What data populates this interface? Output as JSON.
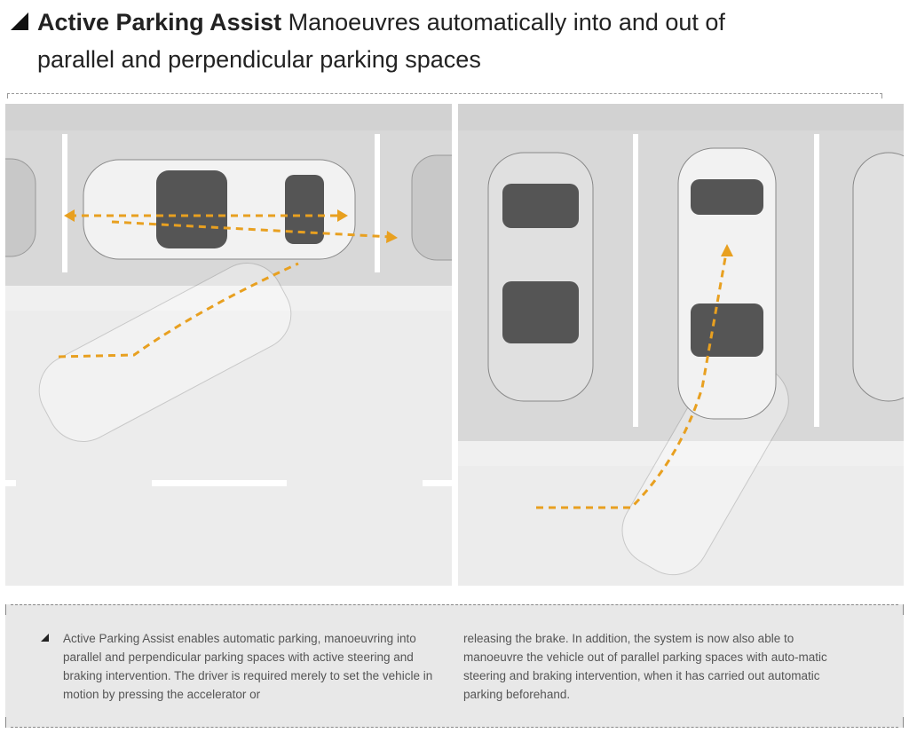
{
  "header": {
    "title_bold": "Active Parking Assist",
    "title_rest": "Manoeuvres automatically into and out of",
    "title_line2": "parallel and perpendicular parking spaces"
  },
  "illustrations": {
    "left": "parallel-parking-diagram",
    "right": "perpendicular-parking-diagram",
    "path_color": "#e8a020",
    "sensor_color": "#e8a020"
  },
  "description": {
    "column1": "Active Parking Assist enables automatic parking, manoeuvring into parallel and perpendicular parking spaces with active steering and braking intervention. The driver is required merely to set the vehicle in motion by pressing the accelerator or",
    "column2": "releasing the brake. In addition, the system is now also able to manoeuvre the vehicle out of parallel parking spaces with auto-matic steering and braking intervention, when it has carried out automatic parking beforehand."
  }
}
